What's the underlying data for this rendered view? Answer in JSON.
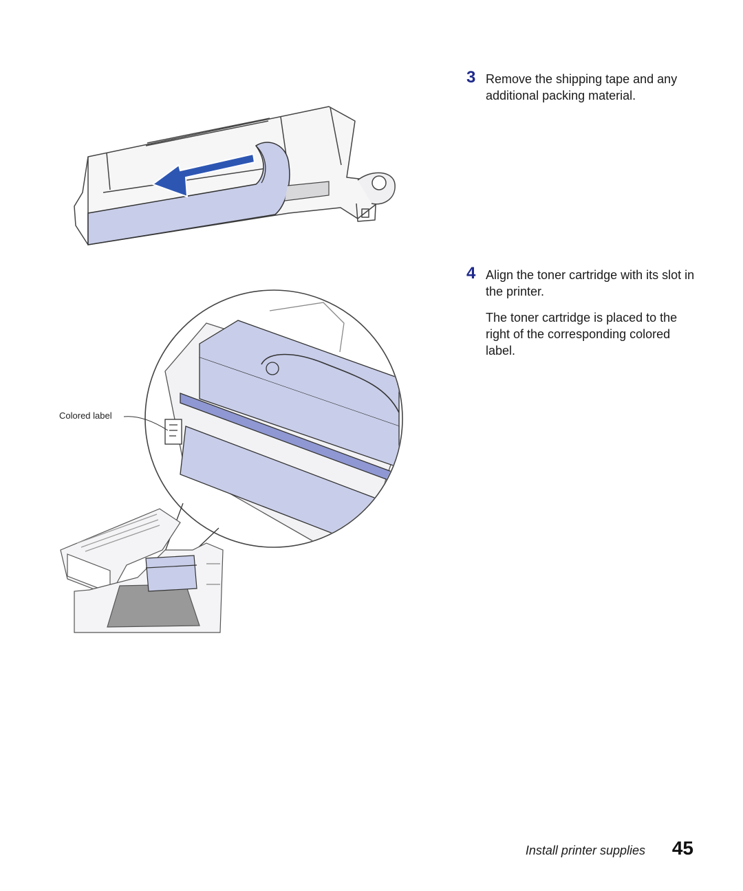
{
  "steps": [
    {
      "number": "3",
      "text": "Remove the shipping tape and any additional packing material."
    },
    {
      "number": "4",
      "text": "Align the toner cartridge with its slot in the printer.",
      "note": "The toner cartridge is placed to the right of the corresponding colored label."
    }
  ],
  "callouts": {
    "colored_label": "Colored label"
  },
  "footer": {
    "section_title": "Install printer supplies",
    "page_number": "45"
  },
  "colors": {
    "step_number": "#1f2a8c",
    "cartridge_fill": "#c8cde9",
    "arrow": "#2d56b3",
    "line_art": "#444444"
  },
  "icons": {
    "arrow": "left-arrow-icon"
  }
}
